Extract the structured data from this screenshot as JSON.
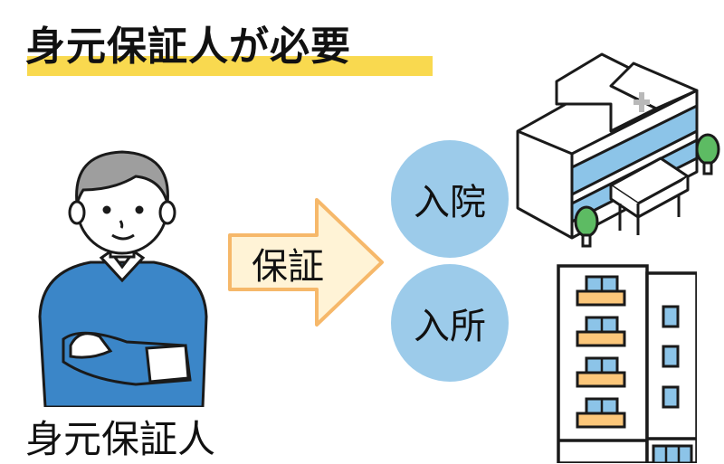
{
  "title": {
    "text": "身元保証人が必要",
    "highlight_color": "#f9d94f"
  },
  "person": {
    "label": "身元保証人",
    "sweater_color": "#3b86c8",
    "hair_color": "#9e9e9e"
  },
  "arrow": {
    "label": "保証",
    "fill_color": "#fff3d6",
    "stroke_color": "#f6b86a"
  },
  "destinations": [
    {
      "label": "入院",
      "building": "hospital"
    },
    {
      "label": "入所",
      "building": "care-facility"
    }
  ],
  "colors": {
    "circle": "#9ccbea",
    "window": "#8cc4e8",
    "balcony": "#fcc77a",
    "tree": "#5dbb63"
  }
}
